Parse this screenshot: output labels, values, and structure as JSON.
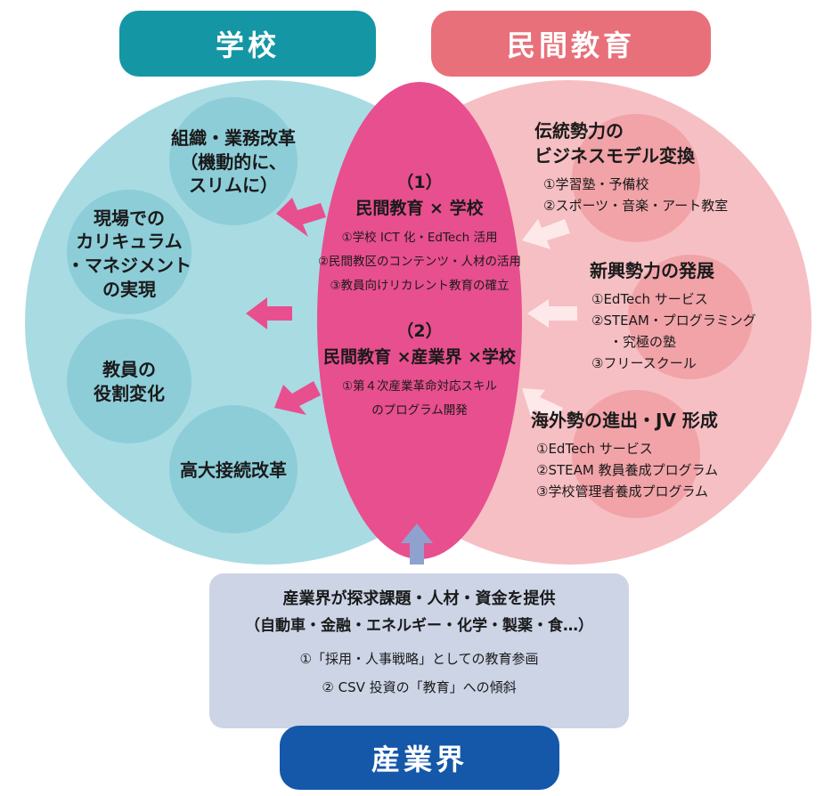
{
  "headers": {
    "school": "学校",
    "private": "民間教育",
    "industry": "産業界"
  },
  "colors": {
    "school_header": "#1596a4",
    "private_header": "#e8707a",
    "industry_header": "#1557a8",
    "school_circle": "#a9dbe3",
    "school_sub_circle": "#8ccdd8",
    "private_circle": "#f6bfc3",
    "private_sub_circle": "#f1a3a8",
    "center_ellipse": "#e84f8f",
    "industry_box": "#ccd4e6"
  },
  "school_items": [
    {
      "lines": [
        "組織・業務改革",
        "（機動的に、",
        "スリムに）"
      ]
    },
    {
      "lines": [
        "現場での",
        "カリキュラム",
        "・マネジメント",
        "の実現"
      ]
    },
    {
      "lines": [
        "教員の",
        "役割変化"
      ]
    },
    {
      "lines": [
        "高大接続改革"
      ]
    }
  ],
  "center": {
    "section1_number": "（1）",
    "section1_title": "民間教育 × 学校",
    "section1_items": [
      "①学校 ICT 化・EdTech 活用",
      "②民間教区のコンテンツ・人材の活用",
      "③教員向けリカレント教育の確立"
    ],
    "section2_number": "（2）",
    "section2_title": "民間教育 ×産業界 ×学校",
    "section2_items": [
      "①第４次産業革命対応スキル",
      "のプログラム開発"
    ]
  },
  "private_groups": [
    {
      "title_lines": [
        "伝統勢力の",
        "ビジネスモデル変換"
      ],
      "items": [
        "①学習塾・予備校",
        "②スポーツ・音楽・アート教室"
      ]
    },
    {
      "title_lines": [
        "新興勢力の発展"
      ],
      "items": [
        "①EdTech サービス",
        "②STEAM・プログラミング",
        "・究極の塾",
        "③フリースクール"
      ]
    },
    {
      "title_lines": [
        "海外勢の進出・JV 形成"
      ],
      "items": [
        "①EdTech サービス",
        "②STEAM 教員養成プログラム",
        "③学校管理者養成プログラム"
      ]
    }
  ],
  "industry": {
    "line1": "産業界が探求課題・人材・資金を提供",
    "line2": "（自動車・金融・エネルギー・化学・製薬・食…）",
    "items": [
      "①「採用・人事戦略」としての教育参画",
      "② CSV 投資の「教育」への傾斜"
    ]
  }
}
